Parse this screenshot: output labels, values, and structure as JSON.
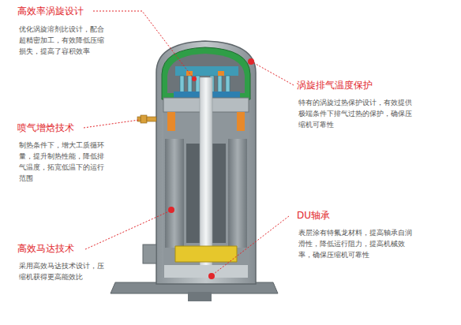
{
  "diagram": {
    "labels": [
      "高效率涡旋设计",
      "优化涡旋溶剂比设计，配合超精密加工，有效降低压缩损失，提高了容积效率",
      "涡旋排气温度保护",
      "特有的涡旋过热保护设计，有效提供极端条件下排气过热的保护，确保压缩机可靠性",
      "喷气增焓技术",
      "制热条件下，增大工质循环量，提升制热性能，降低排气温度，拓宽低温下的运行范围",
      "DU轴承",
      "表层涂有特氟龙材料，提高轴承自润滑性，降低运行阻力，提高机械效率，确保压缩机可靠性",
      "高效马达技术",
      "采用高效马达技术设计，压缩机获得更高能效比"
    ]
  }
}
